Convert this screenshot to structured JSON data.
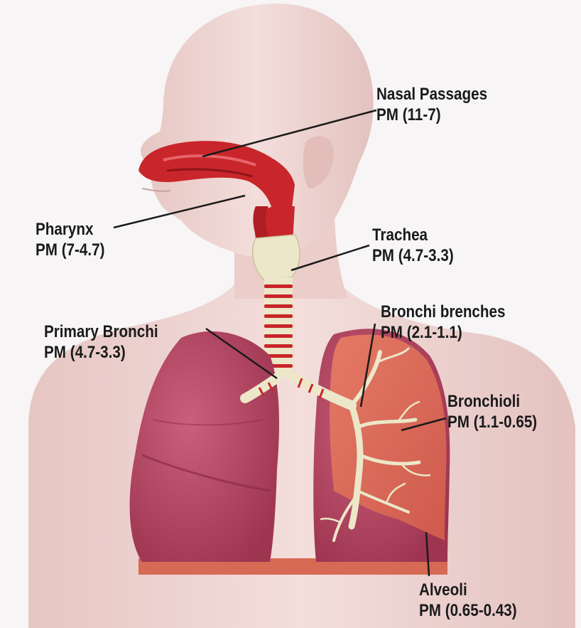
{
  "labels": {
    "nasal": {
      "name": "Nasal Passages",
      "pm": "PM (11-7)"
    },
    "pharynx": {
      "name": "Pharynx",
      "pm": "PM (7-4.7)"
    },
    "trachea": {
      "name": "Trachea",
      "pm": "PM (4.7-3.3)"
    },
    "bronchi": {
      "name": "Primary Bronchi",
      "pm": "PM (4.7-3.3)"
    },
    "branches": {
      "name": "Bronchi brenches",
      "pm": "PM (2.1-1.1)"
    },
    "bronchioli": {
      "name": "Bronchioli",
      "pm": "PM (1.1-0.65)"
    },
    "alveoli": {
      "name": "Alveoli",
      "pm": "PM (0.65-0.43)"
    }
  },
  "colors": {
    "skin": "#eed5d2",
    "lung": "#b94a66",
    "lung_section": "#dd6a5a",
    "airway_red": "#c8262a",
    "cartilage": "#ece7c8",
    "leader_line": "#1a1a1a"
  }
}
